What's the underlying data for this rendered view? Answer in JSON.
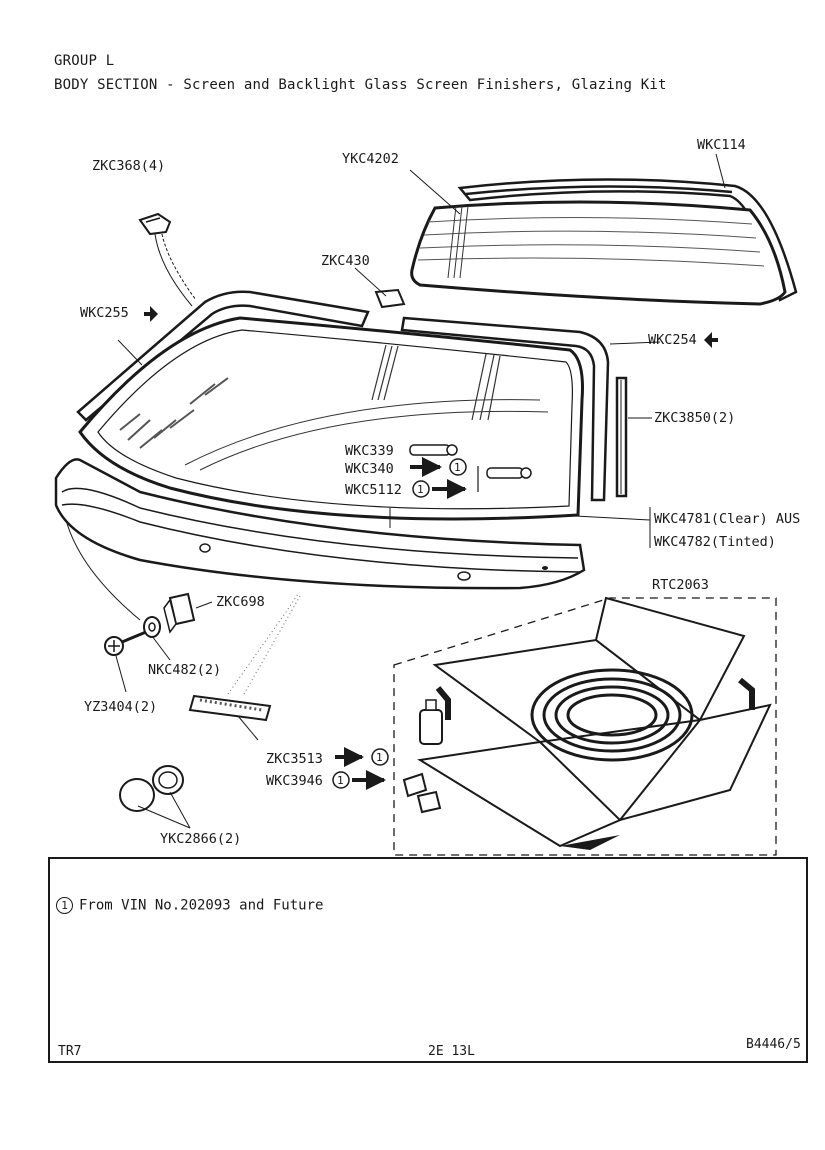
{
  "header": {
    "group": "GROUP L",
    "section": "BODY SECTION - Screen and Backlight Glass Screen Finishers, Glazing Kit"
  },
  "parts": {
    "zkc368": "ZKC368(4)",
    "ykc4202": "YKC4202",
    "wkc114": "WKC114",
    "zkc430": "ZKC430",
    "wkc255": "WKC255",
    "wkc254": "WKC254",
    "zkc3850": "ZKC3850(2)",
    "wkc339": "WKC339",
    "wkc340": "WKC340",
    "wkc5112": "WKC5112",
    "wkc4781": "WKC4781(Clear) AUS",
    "wkc4782": "WKC4782(Tinted)",
    "rtc2063": "RTC2063",
    "zkc698": "ZKC698",
    "nkc482": "NKC482(2)",
    "yz3404": "YZ3404(2)",
    "zkc3513": "ZKC3513",
    "wkc3946": "WKC3946",
    "ykc2866": "YKC2866(2)"
  },
  "note_marker": "1",
  "note": {
    "marker": "1",
    "text": "From VIN No.202093 and Future"
  },
  "footer": {
    "model": "TR7",
    "page": "2E 13L",
    "ref": "B4446/5"
  }
}
